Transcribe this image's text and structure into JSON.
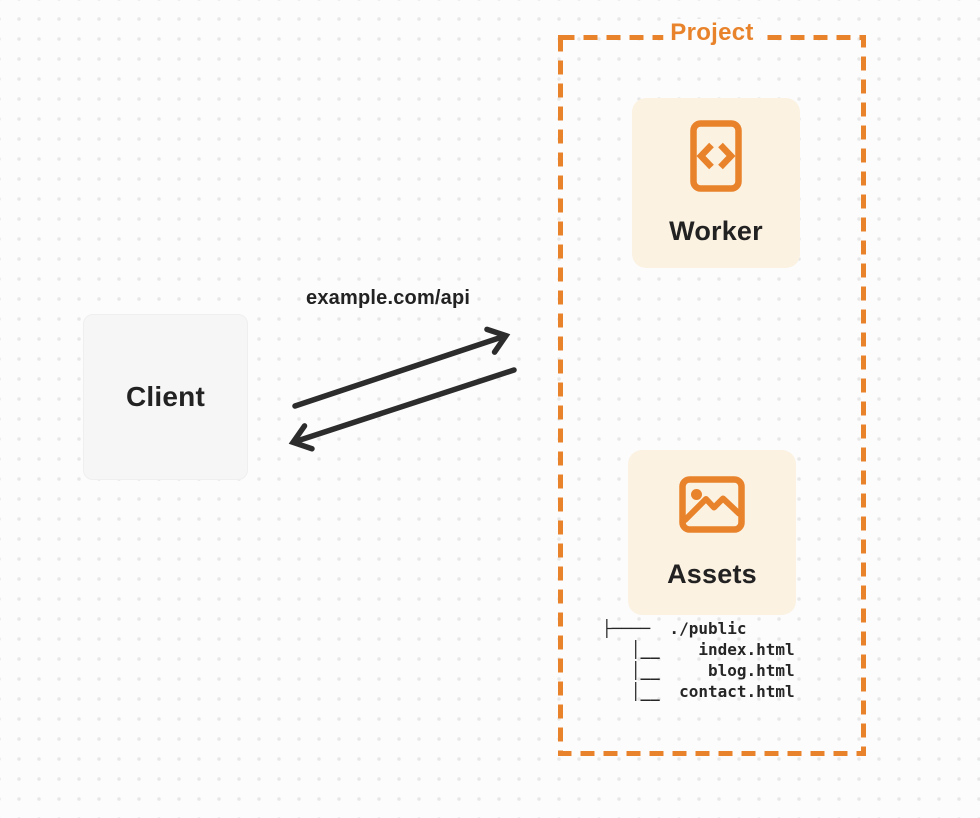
{
  "client": {
    "label": "Client"
  },
  "request": {
    "label": "example.com/api"
  },
  "project": {
    "label": "Project"
  },
  "worker": {
    "label": "Worker",
    "icon": "code-icon"
  },
  "assets": {
    "label": "Assets",
    "icon": "image-icon"
  },
  "file_tree": {
    "text": "├────  ./public\n   │__    index.html\n   │__     blog.html\n   │__  contact.html"
  },
  "colors": {
    "bg": "#FCFCFC",
    "dot": "#E7E7E7",
    "accent": "#E8832B",
    "cream": "#FCF2E2",
    "client_bg": "#F6F6F7",
    "ink": "#222222",
    "arrow_ink": "#2C2C2C"
  }
}
